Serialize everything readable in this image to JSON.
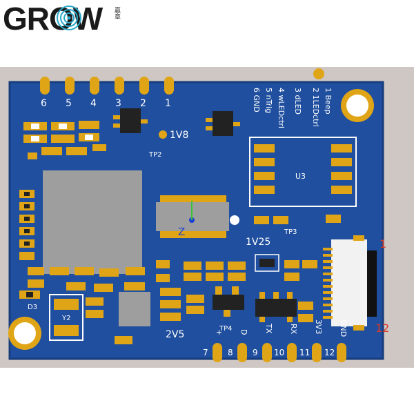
{
  "logo": {
    "brand": "GROW",
    "seal_text": "贏章",
    "colors": {
      "text": "#1a1a1a",
      "ring": "#2aa7c9"
    }
  },
  "board": {
    "colors": {
      "pcb": "#1f4f9e",
      "pad": "#e0a516",
      "chip": "#9e9e9e",
      "ic": "#222222",
      "label": "#ffffff",
      "pin_marker": "#d83a2a"
    },
    "top_pins": [
      "6",
      "5",
      "4",
      "3",
      "2",
      "1"
    ],
    "top_pin_legend": [
      "1 Beep",
      "2 1LEDctrl",
      "3 dLED",
      "4 wLEDctrl",
      "5 nTrig",
      "6 GND"
    ],
    "labels": {
      "l1v8": "1V8",
      "tp2": "TP2",
      "u3": "U3",
      "tp3": "TP3",
      "l1v25": "1V25",
      "d3": "D3",
      "y2": "Y2",
      "l2v5": "2V5",
      "tp4": "TP4",
      "z": "Z"
    },
    "connector_markers": {
      "first": "1",
      "last": "12"
    },
    "bottom_pins": [
      "7",
      "8",
      "9",
      "10",
      "11",
      "12"
    ],
    "bottom_pin_labels": [
      "+",
      "D",
      "TX",
      "RX",
      "3V3",
      "GND"
    ]
  }
}
